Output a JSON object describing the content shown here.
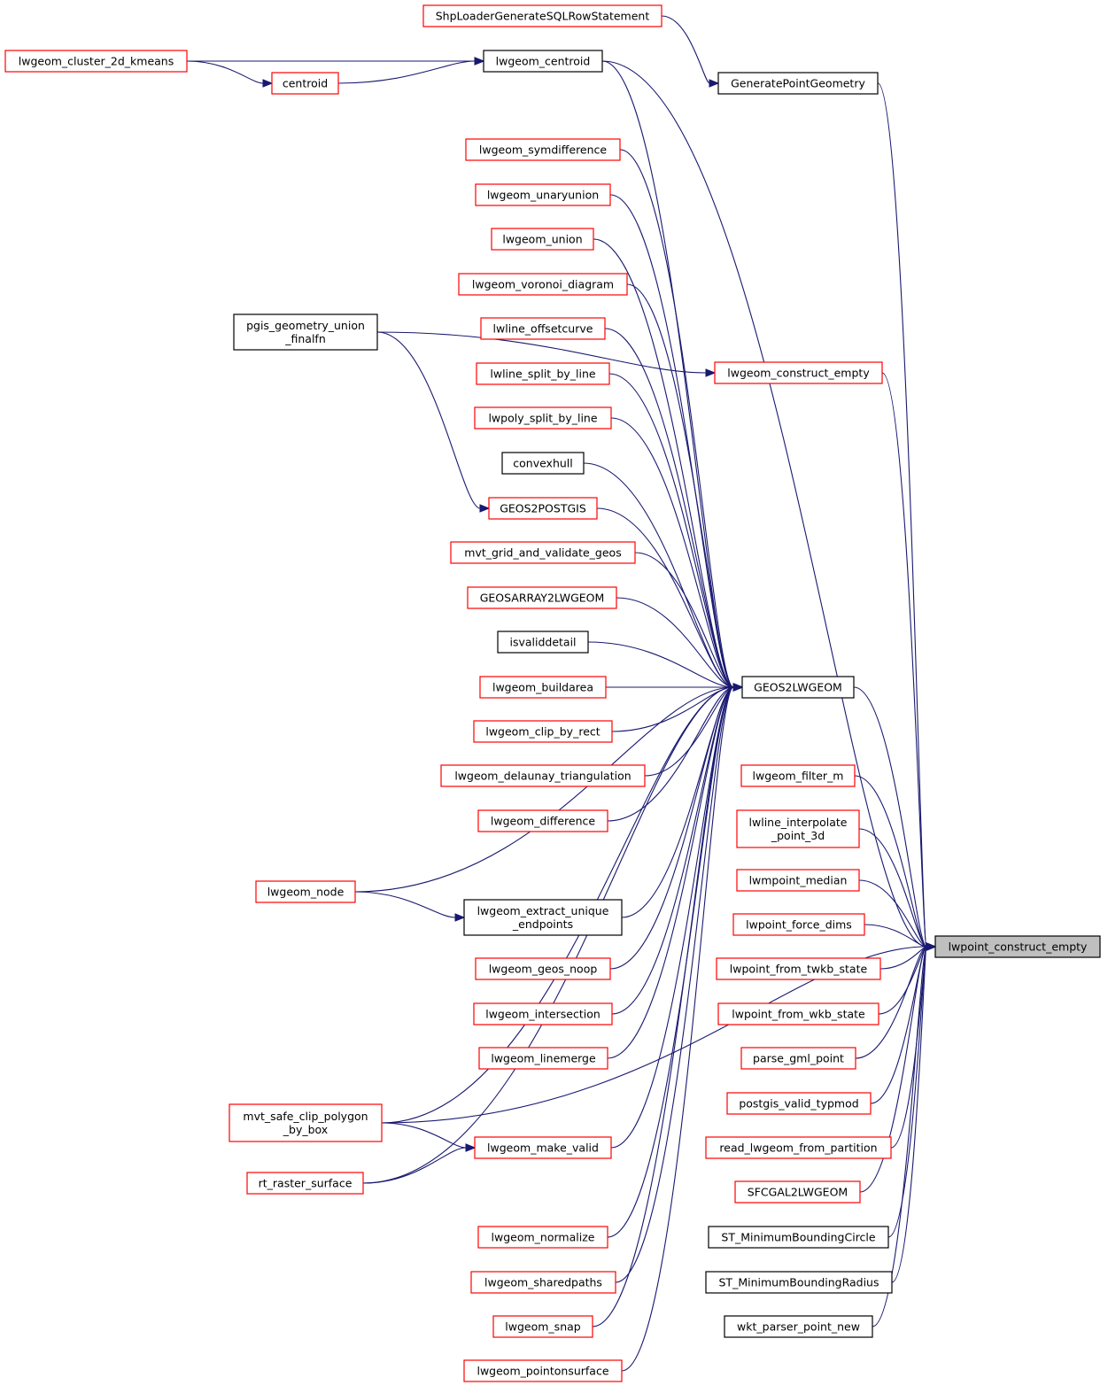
{
  "diagram": {
    "focus": "lwpoint_construct_empty",
    "nodes": {
      "shploader": {
        "label": "ShpLoaderGenerateSQLRowStatement",
        "style": "red"
      },
      "cluster_kmeans": {
        "label": "lwgeom_cluster_2d_kmeans",
        "style": "red"
      },
      "lwgeom_centroid": {
        "label": "lwgeom_centroid",
        "style": "black"
      },
      "centroid": {
        "label": "centroid",
        "style": "red"
      },
      "genpoint": {
        "label": "GeneratePointGeometry",
        "style": "black"
      },
      "symdiff": {
        "label": "lwgeom_symdifference",
        "style": "red"
      },
      "unaryunion": {
        "label": "lwgeom_unaryunion",
        "style": "red"
      },
      "union": {
        "label": "lwgeom_union",
        "style": "red"
      },
      "voronoi": {
        "label": "lwgeom_voronoi_diagram",
        "style": "red"
      },
      "offsetcurve": {
        "label": "lwline_offsetcurve",
        "style": "red"
      },
      "pgis_union": {
        "label": "pgis_geometry_union\n_finalfn",
        "style": "black"
      },
      "construct_empty": {
        "label": "lwgeom_construct_empty",
        "style": "red"
      },
      "line_split": {
        "label": "lwline_split_by_line",
        "style": "red"
      },
      "poly_split": {
        "label": "lwpoly_split_by_line",
        "style": "red"
      },
      "convexhull": {
        "label": "convexhull",
        "style": "black"
      },
      "geos2postgis": {
        "label": "GEOS2POSTGIS",
        "style": "red"
      },
      "mvt_grid": {
        "label": "mvt_grid_and_validate_geos",
        "style": "red"
      },
      "geosarray": {
        "label": "GEOSARRAY2LWGEOM",
        "style": "red"
      },
      "isvaliddetail": {
        "label": "isvaliddetail",
        "style": "black"
      },
      "buildarea": {
        "label": "lwgeom_buildarea",
        "style": "red"
      },
      "geos2lwgeom": {
        "label": "GEOS2LWGEOM",
        "style": "black"
      },
      "clip_by_rect": {
        "label": "lwgeom_clip_by_rect",
        "style": "red"
      },
      "delaunay": {
        "label": "lwgeom_delaunay_triangulation",
        "style": "red"
      },
      "filter_m": {
        "label": "lwgeom_filter_m",
        "style": "red"
      },
      "difference": {
        "label": "lwgeom_difference",
        "style": "red"
      },
      "interp3d": {
        "label": "lwline_interpolate\n_point_3d",
        "style": "red"
      },
      "node": {
        "label": "lwgeom_node",
        "style": "red"
      },
      "mpoint_median": {
        "label": "lwmpoint_median",
        "style": "red"
      },
      "extract_ep": {
        "label": "lwgeom_extract_unique\n_endpoints",
        "style": "black"
      },
      "force_dims": {
        "label": "lwpoint_force_dims",
        "style": "red"
      },
      "lwpoint_construct_empty": {
        "label": "lwpoint_construct_empty",
        "style": "current"
      },
      "geos_noop": {
        "label": "lwgeom_geos_noop",
        "style": "red"
      },
      "from_twkb": {
        "label": "lwpoint_from_twkb_state",
        "style": "red"
      },
      "intersection": {
        "label": "lwgeom_intersection",
        "style": "red"
      },
      "from_wkb": {
        "label": "lwpoint_from_wkb_state",
        "style": "red"
      },
      "linemerge": {
        "label": "lwgeom_linemerge",
        "style": "red"
      },
      "gml_point": {
        "label": "parse_gml_point",
        "style": "red"
      },
      "mvt_clip": {
        "label": "mvt_safe_clip_polygon\n_by_box",
        "style": "red"
      },
      "typmod": {
        "label": "postgis_valid_typmod",
        "style": "red"
      },
      "make_valid": {
        "label": "lwgeom_make_valid",
        "style": "red"
      },
      "read_partition": {
        "label": "read_lwgeom_from_partition",
        "style": "red"
      },
      "raster_surface": {
        "label": "rt_raster_surface",
        "style": "red"
      },
      "sfcgal": {
        "label": "SFCGAL2LWGEOM",
        "style": "red"
      },
      "normalize": {
        "label": "lwgeom_normalize",
        "style": "red"
      },
      "min_circle": {
        "label": "ST_MinimumBoundingCircle",
        "style": "black"
      },
      "sharedpaths": {
        "label": "lwgeom_sharedpaths",
        "style": "red"
      },
      "min_radius": {
        "label": "ST_MinimumBoundingRadius",
        "style": "black"
      },
      "snap": {
        "label": "lwgeom_snap",
        "style": "red"
      },
      "wkt_point": {
        "label": "wkt_parser_point_new",
        "style": "black"
      },
      "pointonsurface": {
        "label": "lwgeom_pointonsurface",
        "style": "red"
      }
    },
    "edges": [
      [
        "shploader",
        "genpoint"
      ],
      [
        "cluster_kmeans",
        "lwgeom_centroid"
      ],
      [
        "cluster_kmeans",
        "centroid"
      ],
      [
        "centroid",
        "lwgeom_centroid"
      ],
      [
        "pgis_union",
        "construct_empty"
      ],
      [
        "pgis_union",
        "geos2postgis"
      ],
      [
        "lwgeom_centroid",
        "geos2lwgeom"
      ],
      [
        "symdiff",
        "geos2lwgeom"
      ],
      [
        "unaryunion",
        "geos2lwgeom"
      ],
      [
        "union",
        "geos2lwgeom"
      ],
      [
        "voronoi",
        "geos2lwgeom"
      ],
      [
        "offsetcurve",
        "geos2lwgeom"
      ],
      [
        "line_split",
        "geos2lwgeom"
      ],
      [
        "poly_split",
        "geos2lwgeom"
      ],
      [
        "convexhull",
        "geos2lwgeom"
      ],
      [
        "geos2postgis",
        "geos2lwgeom"
      ],
      [
        "mvt_grid",
        "geos2lwgeom"
      ],
      [
        "geosarray",
        "geos2lwgeom"
      ],
      [
        "isvaliddetail",
        "geos2lwgeom"
      ],
      [
        "buildarea",
        "geos2lwgeom"
      ],
      [
        "clip_by_rect",
        "geos2lwgeom"
      ],
      [
        "delaunay",
        "geos2lwgeom"
      ],
      [
        "difference",
        "geos2lwgeom"
      ],
      [
        "node",
        "geos2lwgeom"
      ],
      [
        "node",
        "extract_ep"
      ],
      [
        "extract_ep",
        "geos2lwgeom"
      ],
      [
        "geos_noop",
        "geos2lwgeom"
      ],
      [
        "intersection",
        "geos2lwgeom"
      ],
      [
        "linemerge",
        "geos2lwgeom"
      ],
      [
        "mvt_clip",
        "geos2lwgeom"
      ],
      [
        "mvt_clip",
        "make_valid"
      ],
      [
        "raster_surface",
        "make_valid"
      ],
      [
        "raster_surface",
        "geos2lwgeom"
      ],
      [
        "make_valid",
        "geos2lwgeom"
      ],
      [
        "normalize",
        "geos2lwgeom"
      ],
      [
        "sharedpaths",
        "geos2lwgeom"
      ],
      [
        "snap",
        "geos2lwgeom"
      ],
      [
        "pointonsurface",
        "geos2lwgeom"
      ],
      [
        "lwgeom_centroid",
        "lwpoint_construct_empty"
      ],
      [
        "genpoint",
        "lwpoint_construct_empty"
      ],
      [
        "construct_empty",
        "lwpoint_construct_empty"
      ],
      [
        "geos2lwgeom",
        "lwpoint_construct_empty"
      ],
      [
        "filter_m",
        "lwpoint_construct_empty"
      ],
      [
        "interp3d",
        "lwpoint_construct_empty"
      ],
      [
        "mpoint_median",
        "lwpoint_construct_empty"
      ],
      [
        "force_dims",
        "lwpoint_construct_empty"
      ],
      [
        "from_twkb",
        "lwpoint_construct_empty"
      ],
      [
        "from_wkb",
        "lwpoint_construct_empty"
      ],
      [
        "gml_point",
        "lwpoint_construct_empty"
      ],
      [
        "typmod",
        "lwpoint_construct_empty"
      ],
      [
        "read_partition",
        "lwpoint_construct_empty"
      ],
      [
        "sfcgal",
        "lwpoint_construct_empty"
      ],
      [
        "min_circle",
        "lwpoint_construct_empty"
      ],
      [
        "min_radius",
        "lwpoint_construct_empty"
      ],
      [
        "wkt_point",
        "lwpoint_construct_empty"
      ],
      [
        "mvt_clip",
        "lwpoint_construct_empty"
      ]
    ]
  }
}
